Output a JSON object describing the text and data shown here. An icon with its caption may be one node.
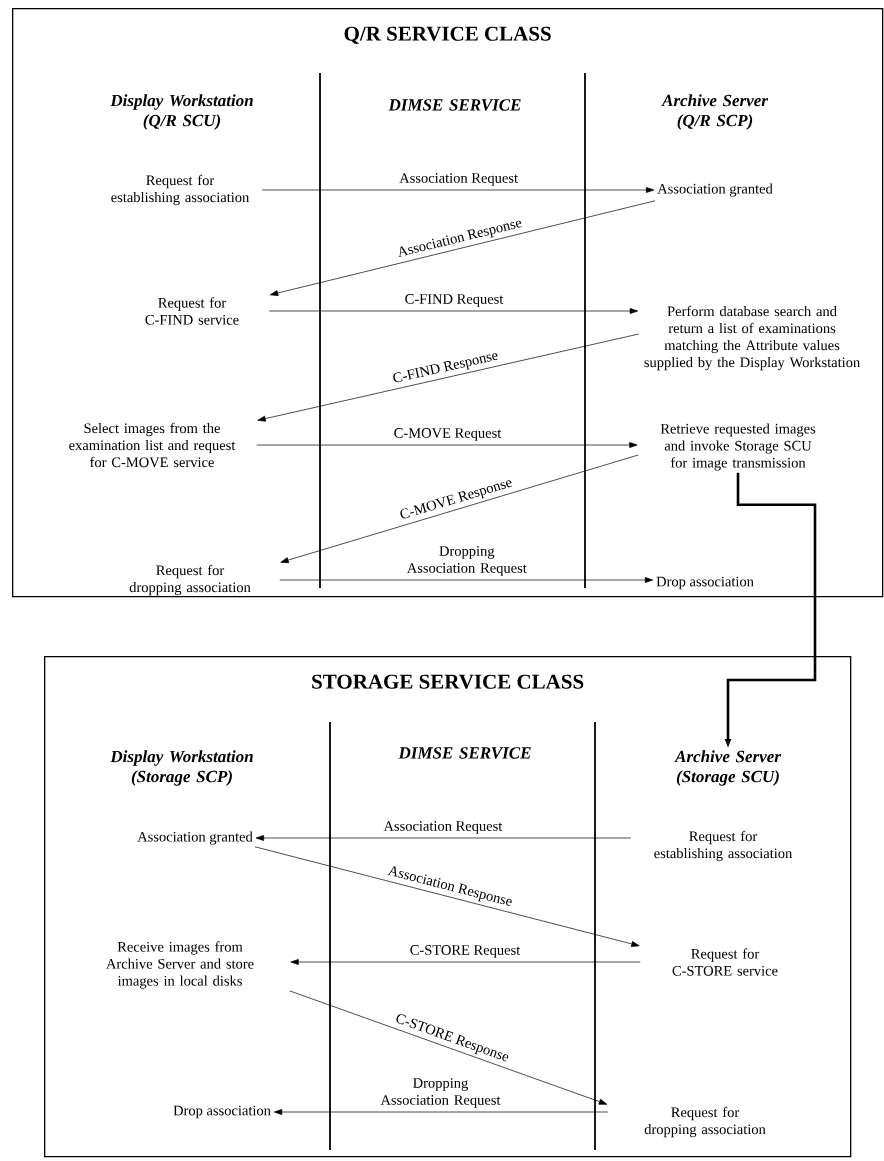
{
  "diagram": {
    "nodes": [
      {
        "text": [
          "Q/R SERVICE CLASS"
        ]
      },
      {
        "text": [
          "Display Workstation (Q/R SCU)"
        ],
        "in": 0
      },
      {
        "text": [
          "DIMSE SERVICE"
        ],
        "in": 0
      },
      {
        "text": [
          "Archive Server (Q/R SCP)"
        ],
        "in": 0
      },
      {
        "text": [
          "Request for establishing association"
        ],
        "in": 0
      },
      {
        "text": [
          "Association granted"
        ],
        "in": 0
      },
      {
        "text": [
          "Request for C-FIND service"
        ],
        "in": 0
      },
      {
        "text": [
          "Perform database search and return a list of examinations matching the Attribute values supplied by the Display Workstation"
        ],
        "in": 0
      },
      {
        "text": [
          "Select images from the examination list and request for C-MOVE service"
        ],
        "in": 0
      },
      {
        "text": [
          "Retrieve requested images and invoke Storage SCU for image transmission"
        ],
        "in": 0
      },
      {
        "text": [
          "Request for dropping association"
        ],
        "in": 0
      },
      {
        "text": [
          "Drop association"
        ],
        "in": 0
      },
      {
        "text": [
          "STORAGE SERVICE CLASS"
        ]
      },
      {
        "text": [
          "Display Workstation (Storage SCP)"
        ],
        "in": 12
      },
      {
        "text": [
          "DIMSE SERVICE"
        ],
        "in": 12
      },
      {
        "text": [
          "Archive Server (Storage SCU)"
        ],
        "in": 12
      },
      {
        "text": [
          "Association granted"
        ],
        "in": 12
      },
      {
        "text": [
          "Request for establishing association"
        ],
        "in": 12
      },
      {
        "text": [
          "Receive images from Archive Server and store images in local disks"
        ],
        "in": 12
      },
      {
        "text": [
          "Request for C-STORE service"
        ],
        "in": 12
      },
      {
        "text": [
          "Drop association"
        ],
        "in": 12
      },
      {
        "text": [
          "Request for dropping association"
        ],
        "in": 12
      }
    ],
    "edges": [
      {
        "from": 4,
        "to": 5,
        "arrow": "to",
        "label": "Association Request"
      },
      {
        "from": 5,
        "to": 6,
        "arrow": "to",
        "label": "Association Response"
      },
      {
        "from": 6,
        "to": 7,
        "arrow": "to",
        "label": "C-FIND Request"
      },
      {
        "from": 7,
        "to": 8,
        "arrow": "to",
        "label": "C-FIND Response"
      },
      {
        "from": 8,
        "to": 9,
        "arrow": "to",
        "label": "C-MOVE Request"
      },
      {
        "from": 9,
        "to": 10,
        "arrow": "to",
        "label": "C-MOVE Response"
      },
      {
        "from": 10,
        "to": 11,
        "arrow": "to",
        "label": "Dropping Association Request"
      },
      {
        "from": 9,
        "to": 15,
        "arrow": "to",
        "style": "thick"
      },
      {
        "from": 17,
        "to": 16,
        "arrow": "to",
        "label": "Association Request"
      },
      {
        "from": 16,
        "to": 19,
        "arrow": "to",
        "label": "Association Response"
      },
      {
        "from": 19,
        "to": 18,
        "arrow": "to",
        "label": "C-STORE Request"
      },
      {
        "from": 18,
        "to": 21,
        "arrow": "to",
        "label": "C-STORE Response"
      },
      {
        "from": 21,
        "to": 20,
        "arrow": "to",
        "label": "Dropping Association Request"
      }
    ]
  }
}
